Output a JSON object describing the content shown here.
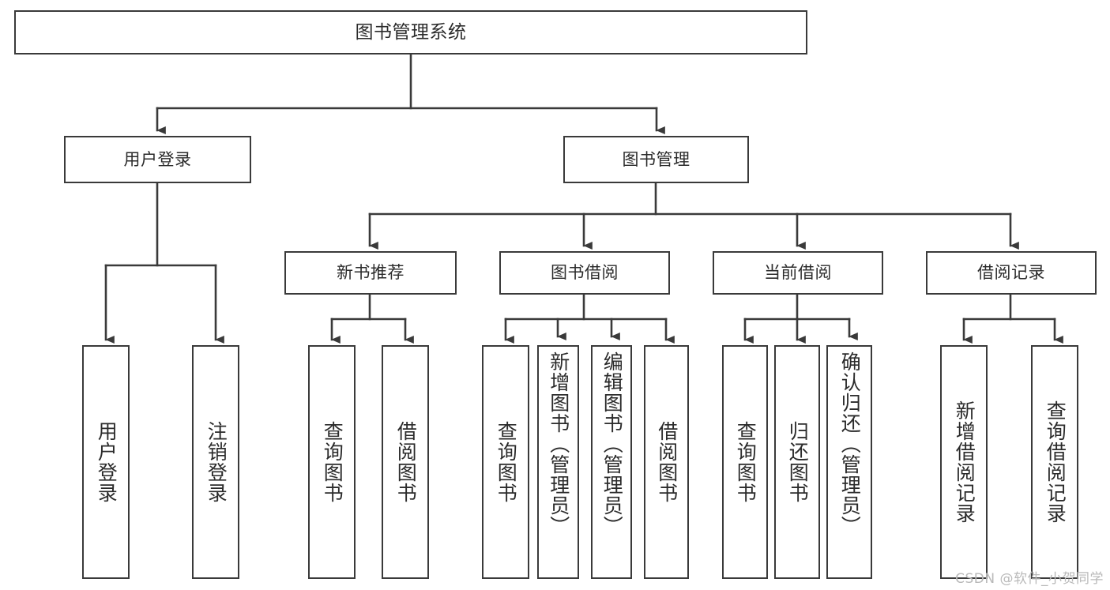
{
  "diagram": {
    "title": "图书管理系统",
    "watermark": "CSDN @软件_小贺同学"
  },
  "level2": [
    {
      "id": "user-login",
      "label": "用户登录"
    },
    {
      "id": "book-manage",
      "label": "图书管理"
    }
  ],
  "level3": [
    {
      "id": "new-book-recommend",
      "label": "新书推荐"
    },
    {
      "id": "book-borrow",
      "label": "图书借阅"
    },
    {
      "id": "current-borrow",
      "label": "当前借阅"
    },
    {
      "id": "borrow-records",
      "label": "借阅记录"
    }
  ],
  "leaves": [
    {
      "id": "user-login-leaf",
      "parent": "user-login",
      "label": "用户登录"
    },
    {
      "id": "logout-leaf",
      "parent": "user-login",
      "label": "注销登录"
    },
    {
      "id": "query-book-1",
      "parent": "new-book-recommend",
      "label": "查询图书"
    },
    {
      "id": "borrow-book-1",
      "parent": "new-book-recommend",
      "label": "借阅图书"
    },
    {
      "id": "query-book-2",
      "parent": "book-borrow",
      "label": "查询图书"
    },
    {
      "id": "add-book-admin",
      "parent": "book-borrow",
      "label": "新增图书（管理员）"
    },
    {
      "id": "edit-book-admin",
      "parent": "book-borrow",
      "label": "编辑图书（管理员）"
    },
    {
      "id": "borrow-book-2",
      "parent": "book-borrow",
      "label": "借阅图书"
    },
    {
      "id": "query-book-3",
      "parent": "current-borrow",
      "label": "查询图书"
    },
    {
      "id": "return-book",
      "parent": "current-borrow",
      "label": "归还图书"
    },
    {
      "id": "confirm-return-admin",
      "parent": "current-borrow",
      "label": "确认归还（管理员）"
    },
    {
      "id": "add-borrow-record",
      "parent": "borrow-records",
      "label": "新增借阅记录"
    },
    {
      "id": "query-borrow-record",
      "parent": "borrow-records",
      "label": "查询借阅记录"
    }
  ],
  "colors": {
    "stroke": "#3a3a3a",
    "background": "#ffffff",
    "text": "#2b2b2b",
    "watermark": "#b9b9b9"
  }
}
